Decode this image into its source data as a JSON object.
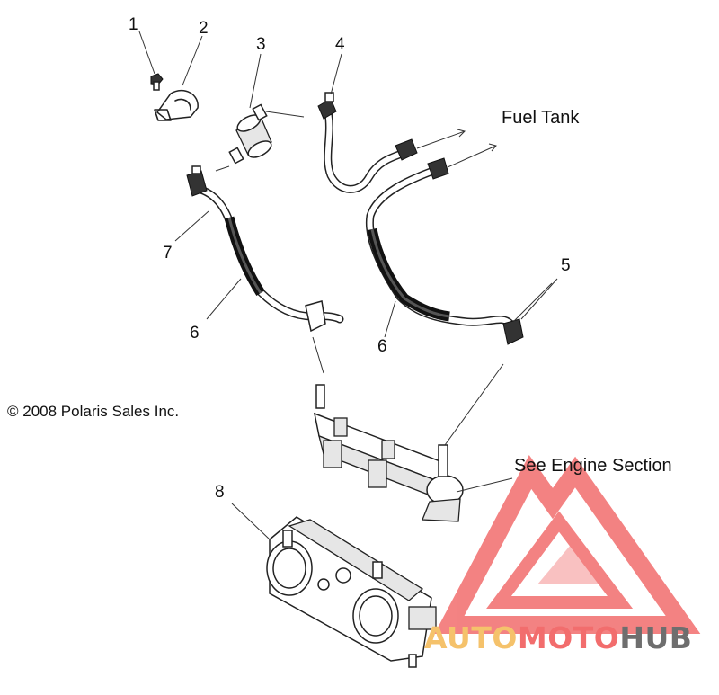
{
  "callouts": [
    {
      "id": "1",
      "label": "1"
    },
    {
      "id": "2",
      "label": "2"
    },
    {
      "id": "3",
      "label": "3"
    },
    {
      "id": "4",
      "label": "4"
    },
    {
      "id": "5",
      "label": "5"
    },
    {
      "id": "6a",
      "label": "6"
    },
    {
      "id": "6b",
      "label": "6"
    },
    {
      "id": "7",
      "label": "7"
    },
    {
      "id": "8",
      "label": "8"
    }
  ],
  "notes": {
    "fuel_tank": "Fuel Tank",
    "engine_section": "See Engine Section"
  },
  "copyright": "© 2008 Polaris Sales Inc.",
  "watermark": {
    "part1": "AUTO",
    "part2": "MOTO",
    "part3": "HUB",
    "colors": {
      "logo": "#f26d6d",
      "auto": "#f5c26b",
      "moto": "#f26d6d",
      "hub": "#6e6e6e"
    }
  }
}
